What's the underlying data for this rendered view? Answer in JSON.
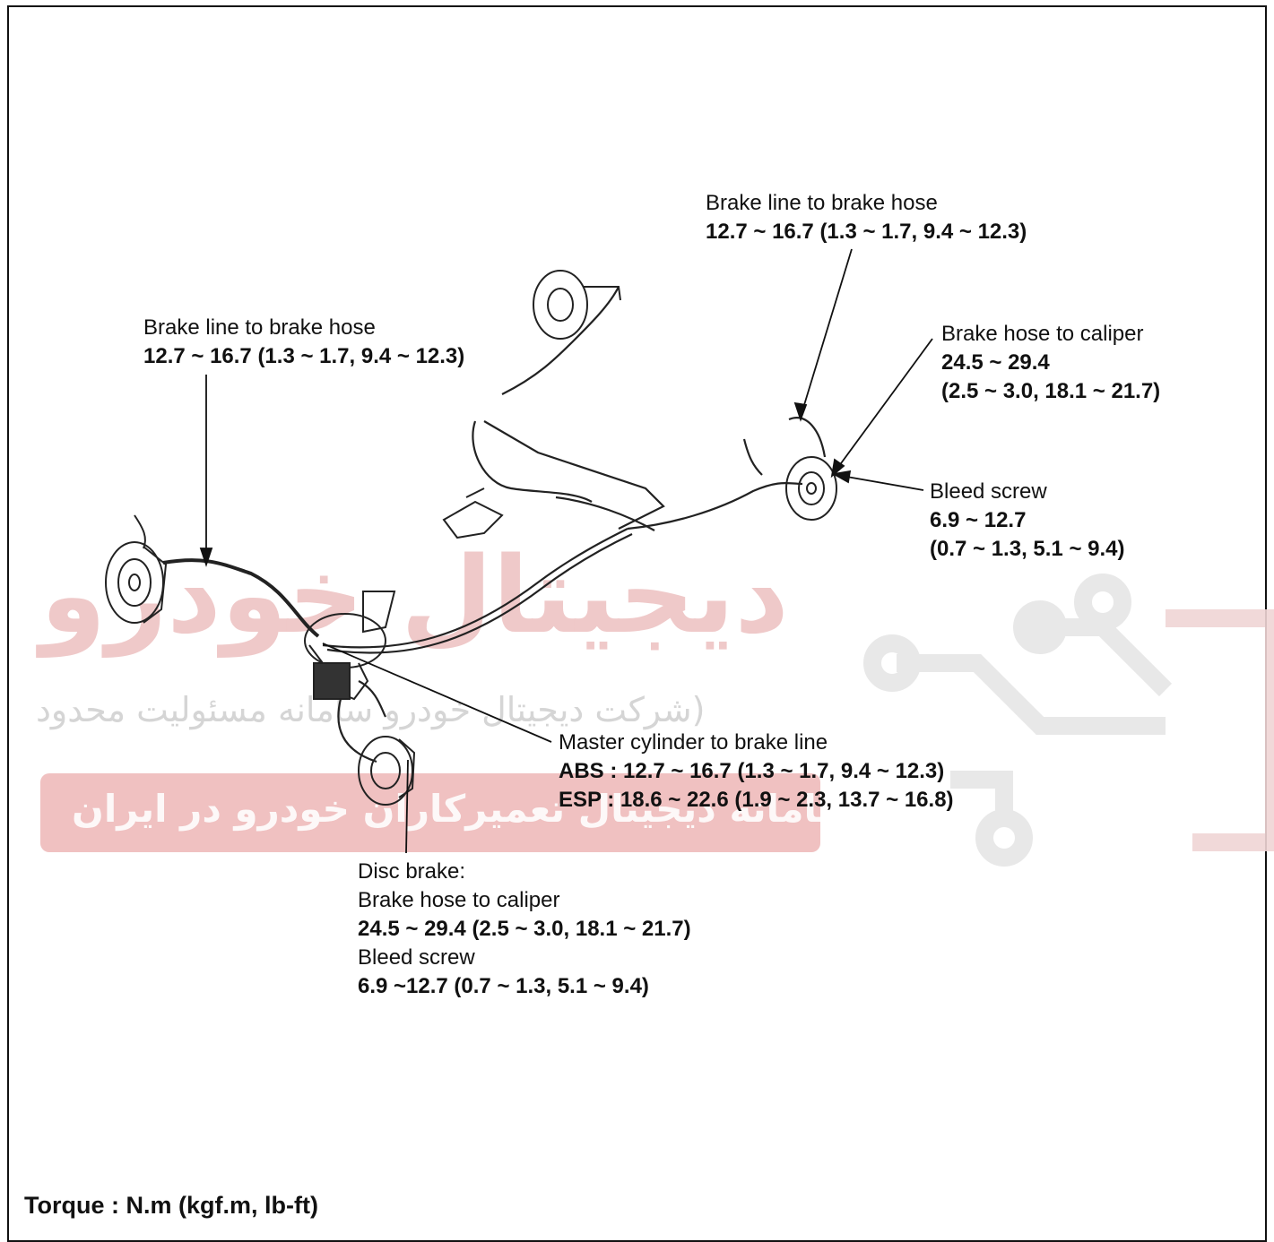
{
  "watermark": {
    "name": "دیجیتال خودرو",
    "subtitle": "شرکت دیجیتال خودرو سامانه مسئولیت محدود)",
    "tagline": "اولین سامانه دیجیتال تعمیرکاران خودرو در ایران",
    "color": "#e48e8e"
  },
  "labels": {
    "rear_line_hose": {
      "title": "Brake line to brake hose",
      "value": "12.7 ~ 16.7 (1.3 ~ 1.7, 9.4 ~ 12.3)"
    },
    "front_line_hose": {
      "title": "Brake line to brake hose",
      "value": "12.7 ~ 16.7 (1.3 ~ 1.7, 9.4 ~ 12.3)"
    },
    "rear_hose_caliper": {
      "title": "Brake hose to caliper",
      "value1": "24.5 ~ 29.4",
      "value2": "(2.5 ~ 3.0, 18.1 ~ 21.7)"
    },
    "rear_bleed": {
      "title": "Bleed screw",
      "value1": "6.9 ~ 12.7",
      "value2": "(0.7 ~ 1.3, 5.1 ~ 9.4)"
    },
    "master_cylinder": {
      "title": "Master cylinder to brake line",
      "abs": "ABS : 12.7 ~ 16.7 (1.3 ~ 1.7, 9.4 ~ 12.3)",
      "esp": "ESP : 18.6 ~ 22.6 (1.9 ~ 2.3, 13.7 ~ 16.8)"
    },
    "disc_brake": {
      "heading": "Disc brake:",
      "hose_title": "Brake hose to caliper",
      "hose_value": "24.5 ~ 29.4 (2.5 ~ 3.0, 18.1 ~ 21.7)",
      "bleed_title": "Bleed screw",
      "bleed_value": "6.9 ~12.7 (0.7 ~ 1.3, 5.1 ~ 9.4)"
    }
  },
  "torque_units": "Torque : N.m (kgf.m, lb-ft)"
}
